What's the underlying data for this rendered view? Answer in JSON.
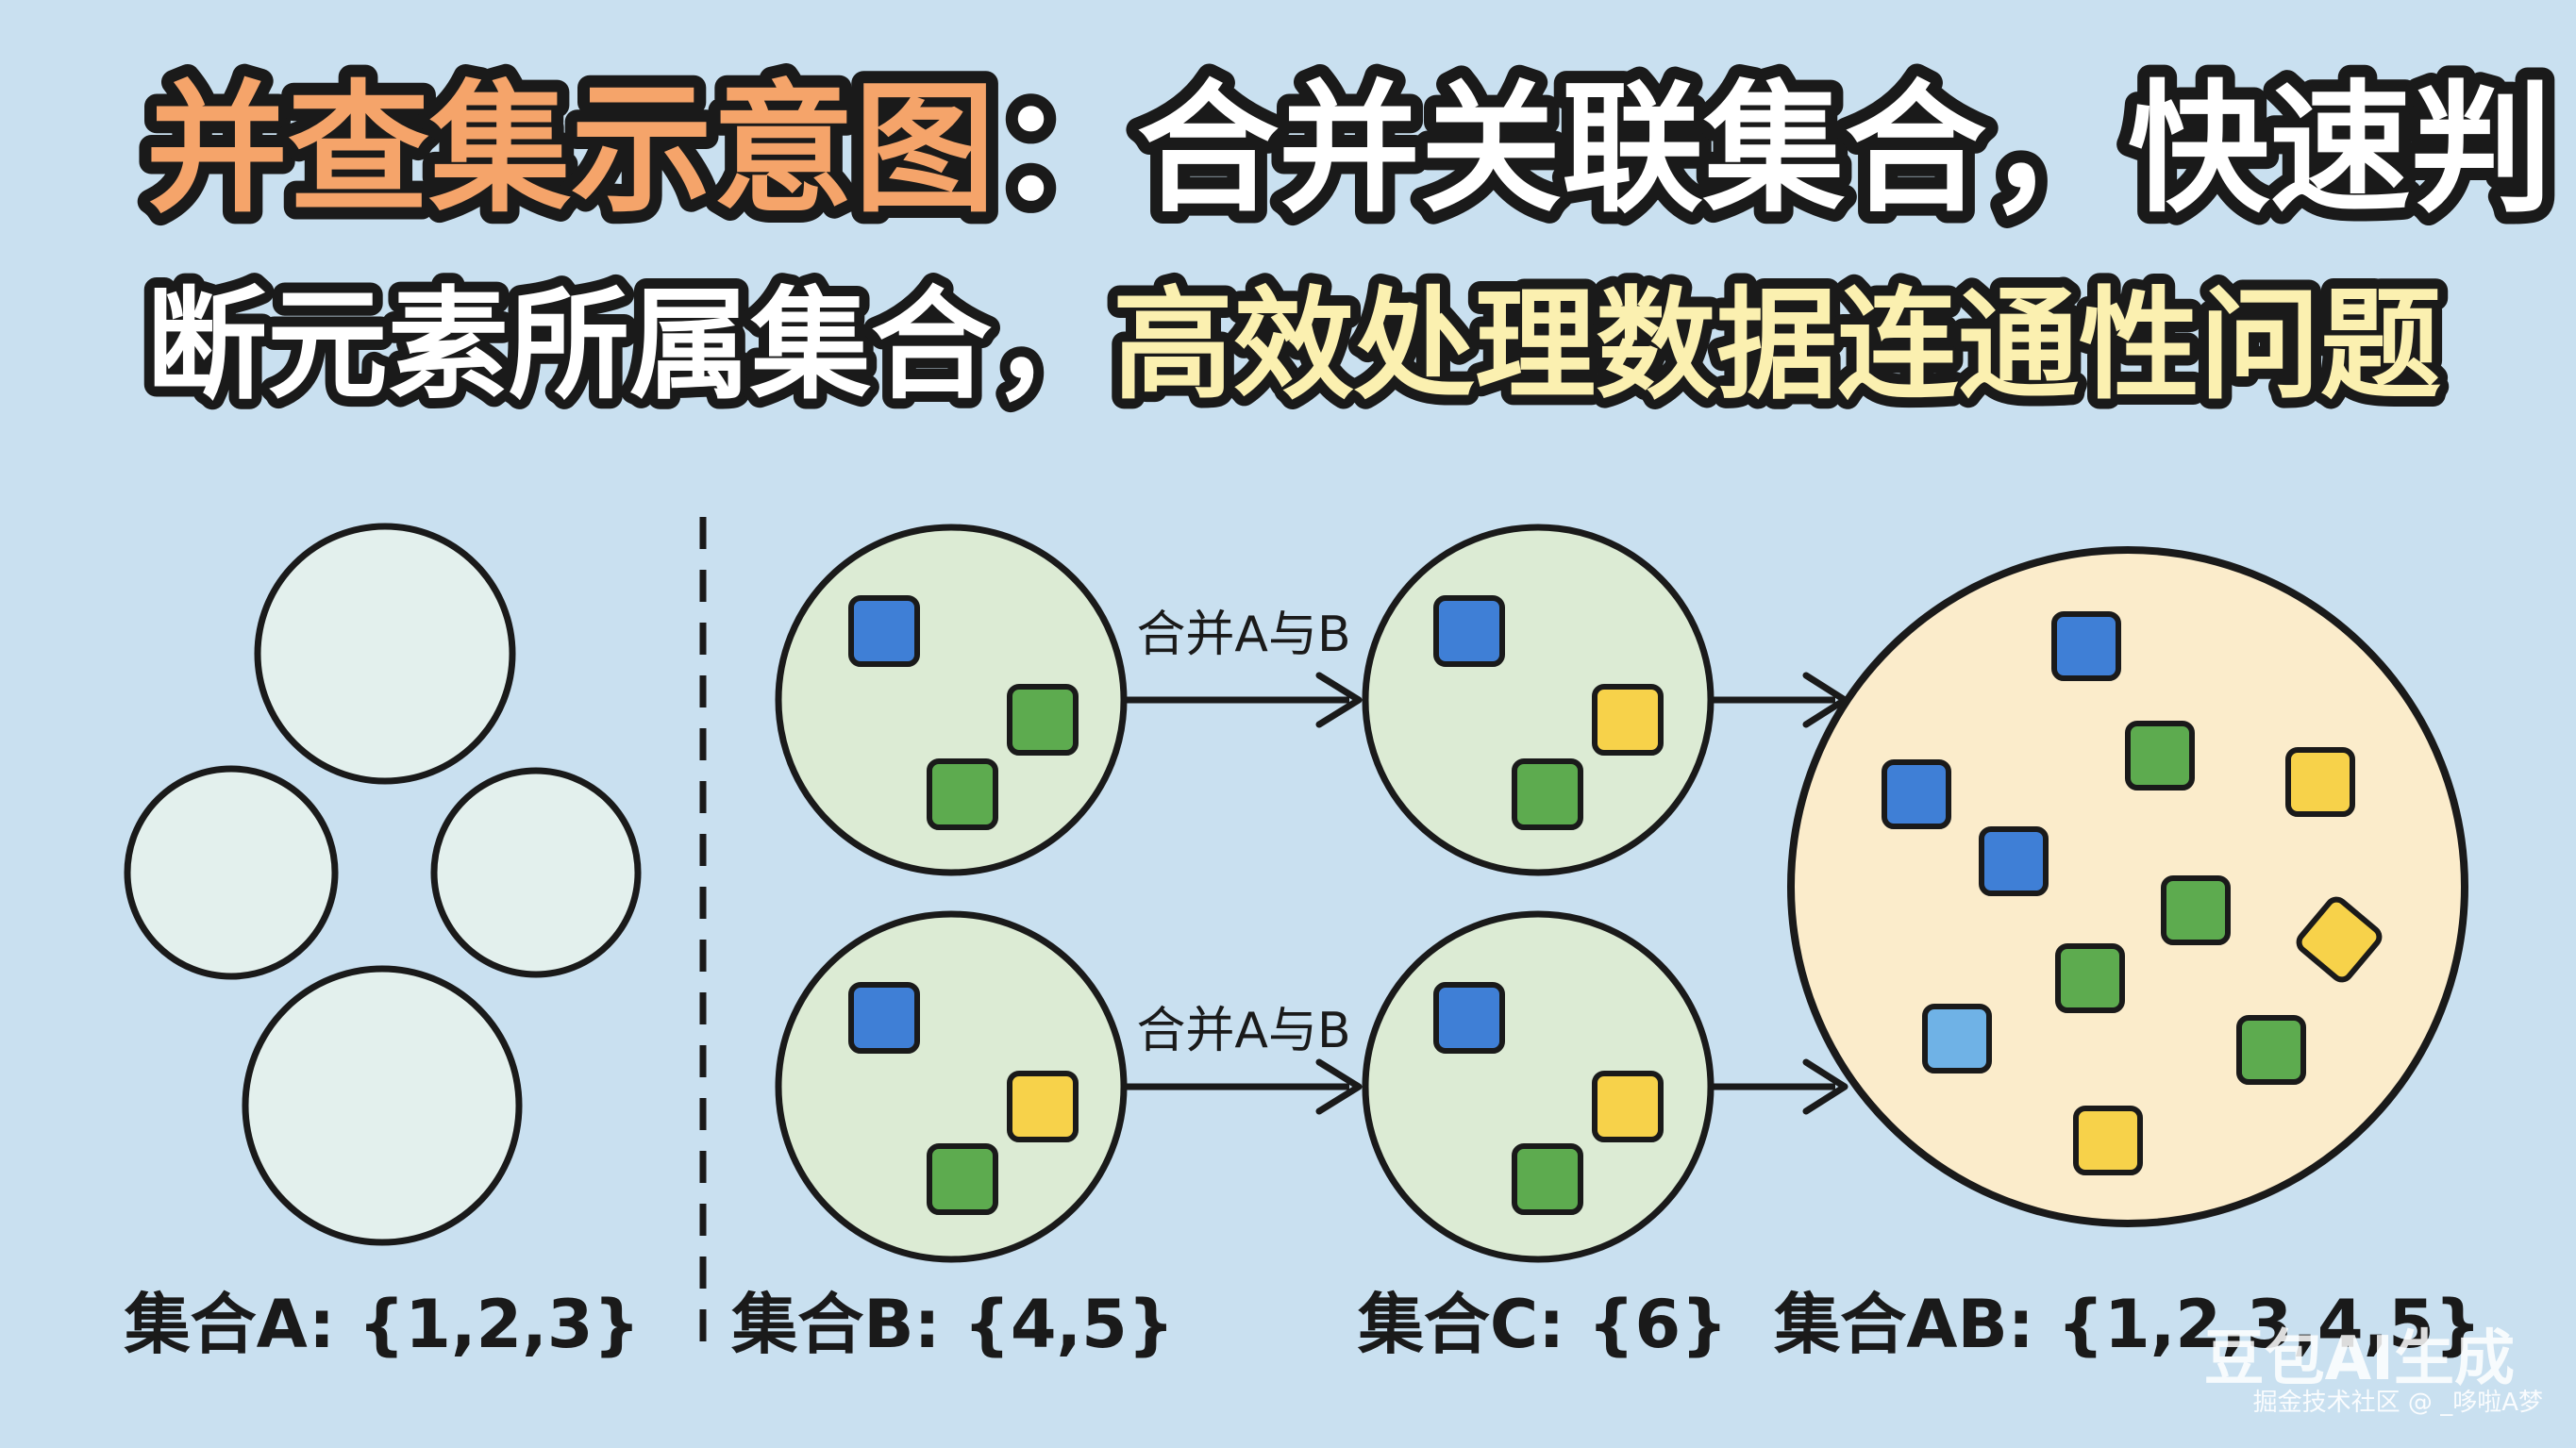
{
  "title": {
    "line1_highlight": "并查集示意图",
    "line1_rest": "：合并关联集合，快速判",
    "line2_rest": "断元素所属集合，",
    "line2_highlight": "高效处理数据连通性问题"
  },
  "merge_label_top": "合并A与B",
  "merge_label_bottom": "合并A与B",
  "captions": {
    "set_a": "集合A: {1,2,3}",
    "set_b": "集合B: {4,5}",
    "set_c": "集合C: {6}",
    "set_ab": "集合AB: {1,2,3,4,5}"
  },
  "watermark": {
    "brand": "豆包AI生成",
    "credit": "掘金技术社区 @ _哆啦A梦"
  },
  "colors": {
    "background": "#c9e0f0",
    "title_orange": "#f5a46a",
    "title_yellow": "#fbf0b0",
    "circle_light": "#e3f0ed",
    "circle_green": "#dcebd4",
    "circle_big": "#fbeccb",
    "square_blue": "#3f7fd6",
    "square_green": "#5dab4f",
    "square_yellow": "#f7d24a",
    "square_lightblue": "#6fb2e6"
  }
}
